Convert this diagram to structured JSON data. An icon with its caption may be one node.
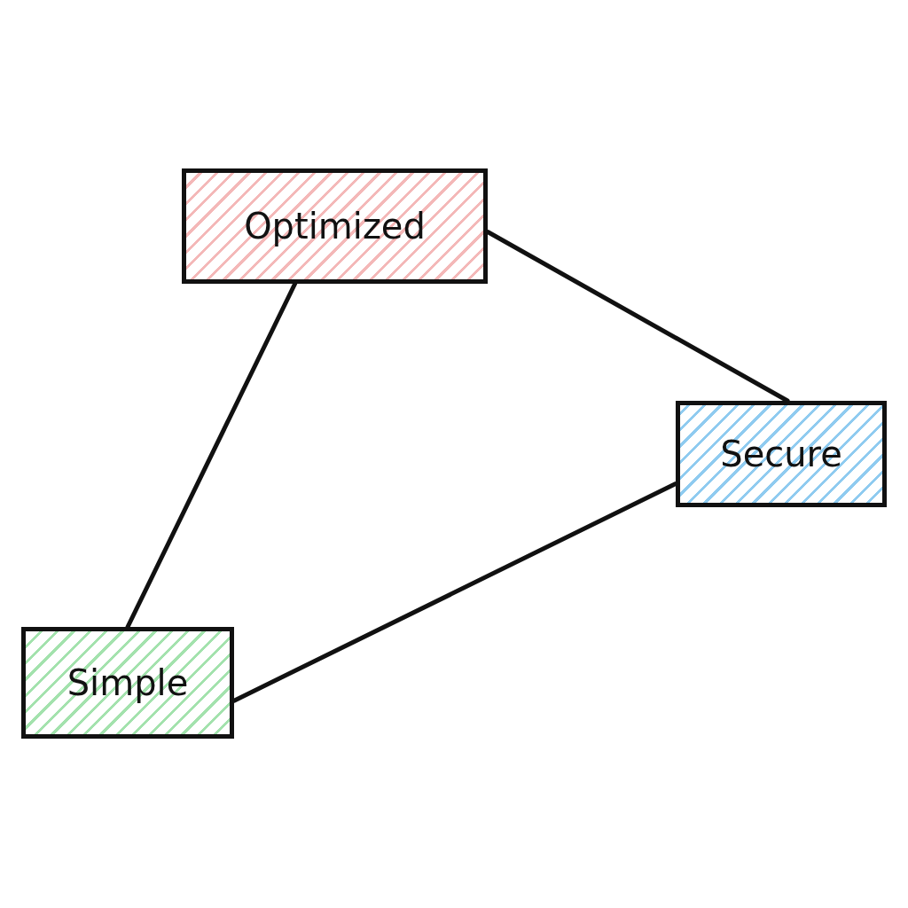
{
  "diagram": {
    "nodes": [
      {
        "text": [
          "Optimized"
        ]
      },
      {
        "text": [
          "Secure"
        ]
      },
      {
        "text": [
          "Simple"
        ]
      }
    ],
    "edges": [
      {
        "from": 0,
        "to": 1,
        "arrow": "none"
      },
      {
        "from": 0,
        "to": 2,
        "arrow": "none"
      },
      {
        "from": 2,
        "to": 1,
        "arrow": "none"
      }
    ]
  }
}
